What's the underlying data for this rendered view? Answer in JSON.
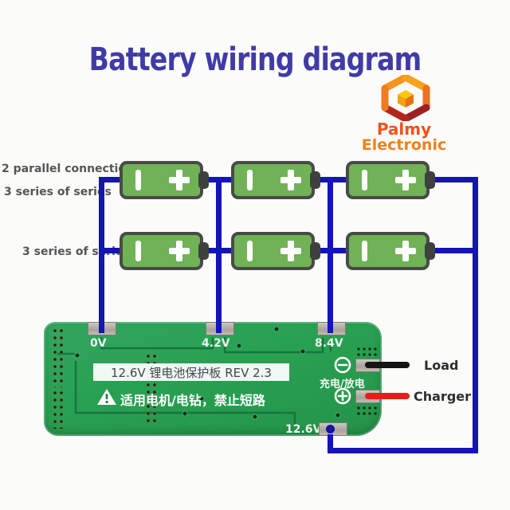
{
  "title": {
    "text": "Battery wiring diagram",
    "color": "#403BA7"
  },
  "brand": {
    "line1": "Palmy",
    "line2": "Electronic",
    "line1_color": "#F0511F",
    "line2_color": "#F2801A",
    "logo_icon": "hexagon-cube"
  },
  "annotations": {
    "parallel": "2 parallel connections",
    "series_top": "3 series of series",
    "series_bottom": "3 series of series",
    "load": "Load",
    "charger": "Charger"
  },
  "battery_bank": {
    "rows": 2,
    "cells_per_row": 3,
    "cell_color": "#71B257",
    "terminal_icons": {
      "minus": "−",
      "plus": "+"
    }
  },
  "wiring": {
    "bus_wire_color": "#1414B8",
    "load_wire_color": "#141414",
    "charger_wire_color": "#E61E19"
  },
  "pcb": {
    "board_color": "#28A052",
    "pad_labels_top": [
      "0V",
      "4.2V",
      "8.4V"
    ],
    "board_title": "12.6V 锂电池保护板 REV 2.3",
    "warning_icon": "triangle-exclamation",
    "warning_text": "适用电机/电钻，禁止短路",
    "charge_discharge_label": "充电/放电",
    "output_pad_label": "12.6V",
    "port_icons": {
      "negative": "circled-minus ⊖",
      "positive": "circled-plus ⊕"
    }
  }
}
